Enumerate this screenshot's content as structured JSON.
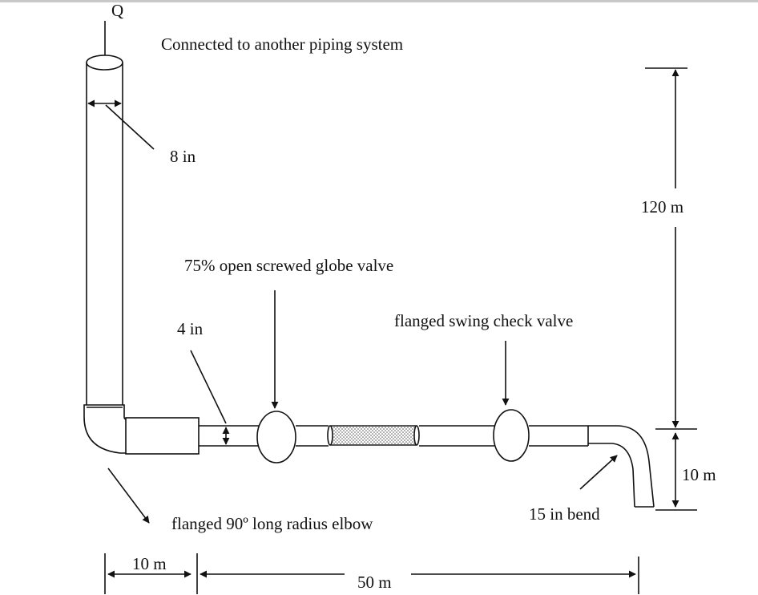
{
  "labels": {
    "flow": "Q",
    "connection": "Connected to another piping system",
    "diameter_large": "8 in",
    "height": "120 m",
    "globe_valve": "75% open screwed globe valve",
    "diameter_small": "4 in",
    "check_valve": "flanged swing check valve",
    "drop": "10 m",
    "bend": "15 in bend",
    "elbow": "flanged 90º long radius elbow",
    "length_short": "10 m",
    "length_long": "50 m"
  },
  "colors": {
    "line": "#111111",
    "filter_fill": "#dcdcdc",
    "background": "#ffffff"
  }
}
